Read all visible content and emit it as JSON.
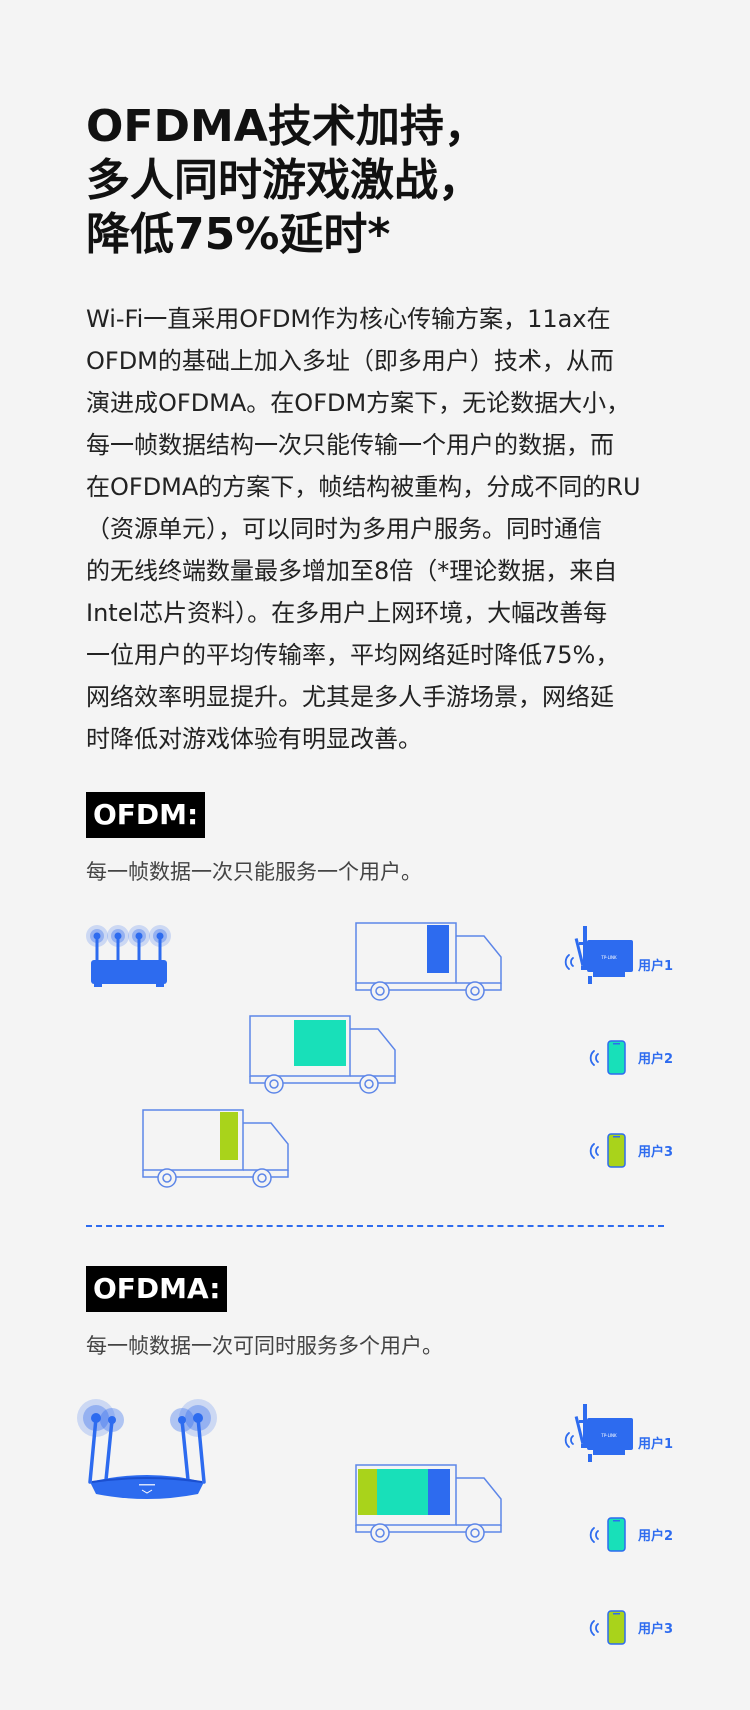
{
  "headline": {
    "lines": [
      "OFDMA技术加持，",
      "多人同时游戏激战，",
      "降低75%延时*"
    ]
  },
  "body": {
    "lines": [
      "Wi-Fi一直采用OFDM作为核心传输方案，11ax在",
      "OFDM的基础上加入多址（即多用户）技术，从而",
      "演进成OFDMA。在OFDM方案下，无论数据大小，",
      "每一帧数据结构一次只能传输一个用户的数据，而",
      "在OFDMA的方案下，帧结构被重构，分成不同的RU",
      "（资源单元），可以同时为多用户服务。同时通信",
      "的无线终端数量最多增加至8倍（*理论数据，来自",
      "Intel芯片资料）。在多用户上网环境，大幅改善每",
      "一位用户的平均传输率，平均网络延时降低75%，",
      "网络效率明显提升。尤其是多人手游场景，网络延",
      "时降低对游戏体验有明显改善。"
    ]
  },
  "ofdm": {
    "tag": "OFDM:",
    "subtitle": "每一帧数据一次只能服务一个用户。",
    "users": [
      "用户1",
      "用户2",
      "用户3"
    ]
  },
  "ofdma": {
    "tag": "OFDMA:",
    "subtitle": "每一帧数据一次可同时服务多个用户。",
    "users": [
      "用户1",
      "用户2",
      "用户3"
    ]
  },
  "colors": {
    "blue": "#2d6bef",
    "teal": "#18e0b9",
    "green": "#a9d31b",
    "outline": "#5d86e8"
  },
  "icons": [
    "router-icon",
    "truck-icon",
    "pcie-card-icon",
    "phone-icon",
    "wifi-signal-icon",
    "dual-band-router-icon"
  ]
}
